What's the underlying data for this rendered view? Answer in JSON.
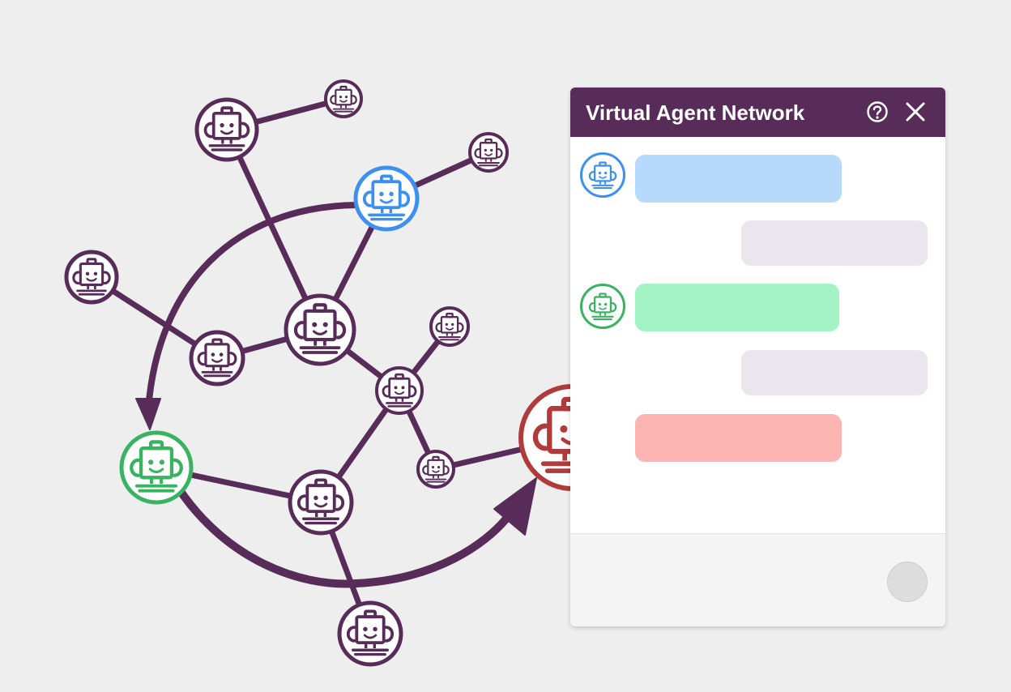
{
  "chat": {
    "title": "Virtual Agent Network",
    "help_icon": "help-circle-icon",
    "close_icon": "close-icon",
    "messages": [
      {
        "sender": "agent",
        "avatar_color": "#3d8ff0",
        "bubble_color": "#b7d9fb"
      },
      {
        "sender": "user",
        "bubble_color": "#ebe5ee"
      },
      {
        "sender": "agent",
        "avatar_color": "#38b35f",
        "bubble_color": "#a3f3c4"
      },
      {
        "sender": "user",
        "bubble_color": "#ebe5ee"
      },
      {
        "sender": "agent",
        "avatar_color": "#b13a3a",
        "bubble_color": "#fdb5b3"
      }
    ],
    "send_button_icon": "send-button"
  },
  "network": {
    "default_color": "#582c58",
    "highlight_colors": {
      "blue": "#3d8ff0",
      "green": "#38b35f",
      "red": "#b13a3a"
    },
    "node_icon": "robot-icon"
  }
}
